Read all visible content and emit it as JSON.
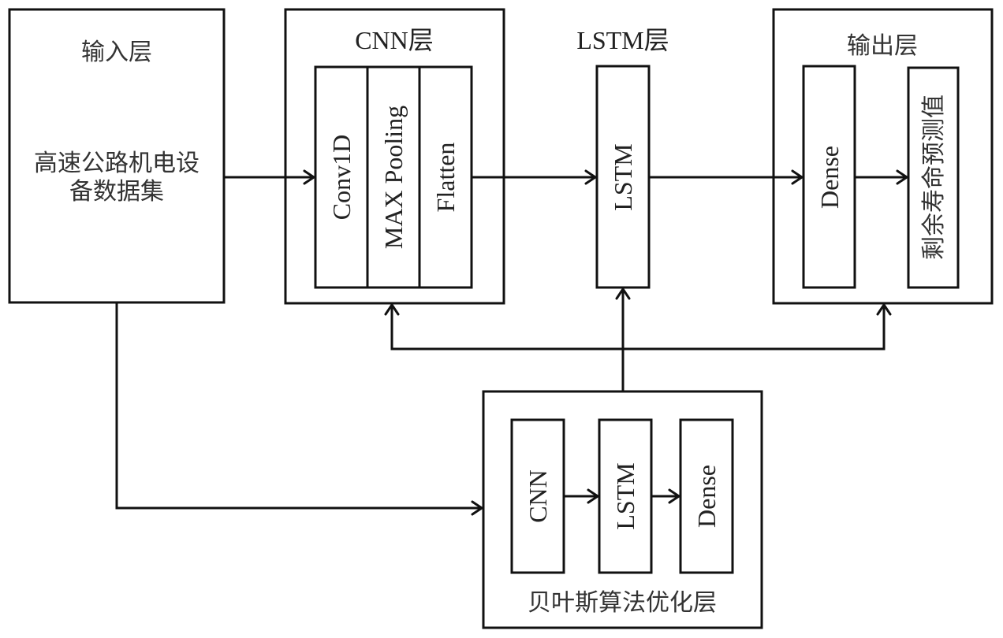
{
  "diagram": {
    "input_layer": {
      "title": "输入层",
      "content_line1": "高速公路机电设",
      "content_line2": "备数据集"
    },
    "cnn_layer": {
      "title": "CNN层",
      "blocks": [
        "Conv1D",
        "MAX Pooling",
        "Flatten"
      ]
    },
    "lstm_layer": {
      "title": "LSTM层",
      "blocks": [
        "LSTM"
      ]
    },
    "output_layer": {
      "title": "输出层",
      "blocks": [
        "Dense",
        "剩余寿命预测值"
      ]
    },
    "bayes_layer": {
      "title": "贝叶斯算法优化层",
      "blocks": [
        "CNN",
        "LSTM",
        "Dense"
      ]
    },
    "colors": {
      "stroke": "#111111",
      "text": "#333333",
      "background": "#ffffff"
    }
  }
}
